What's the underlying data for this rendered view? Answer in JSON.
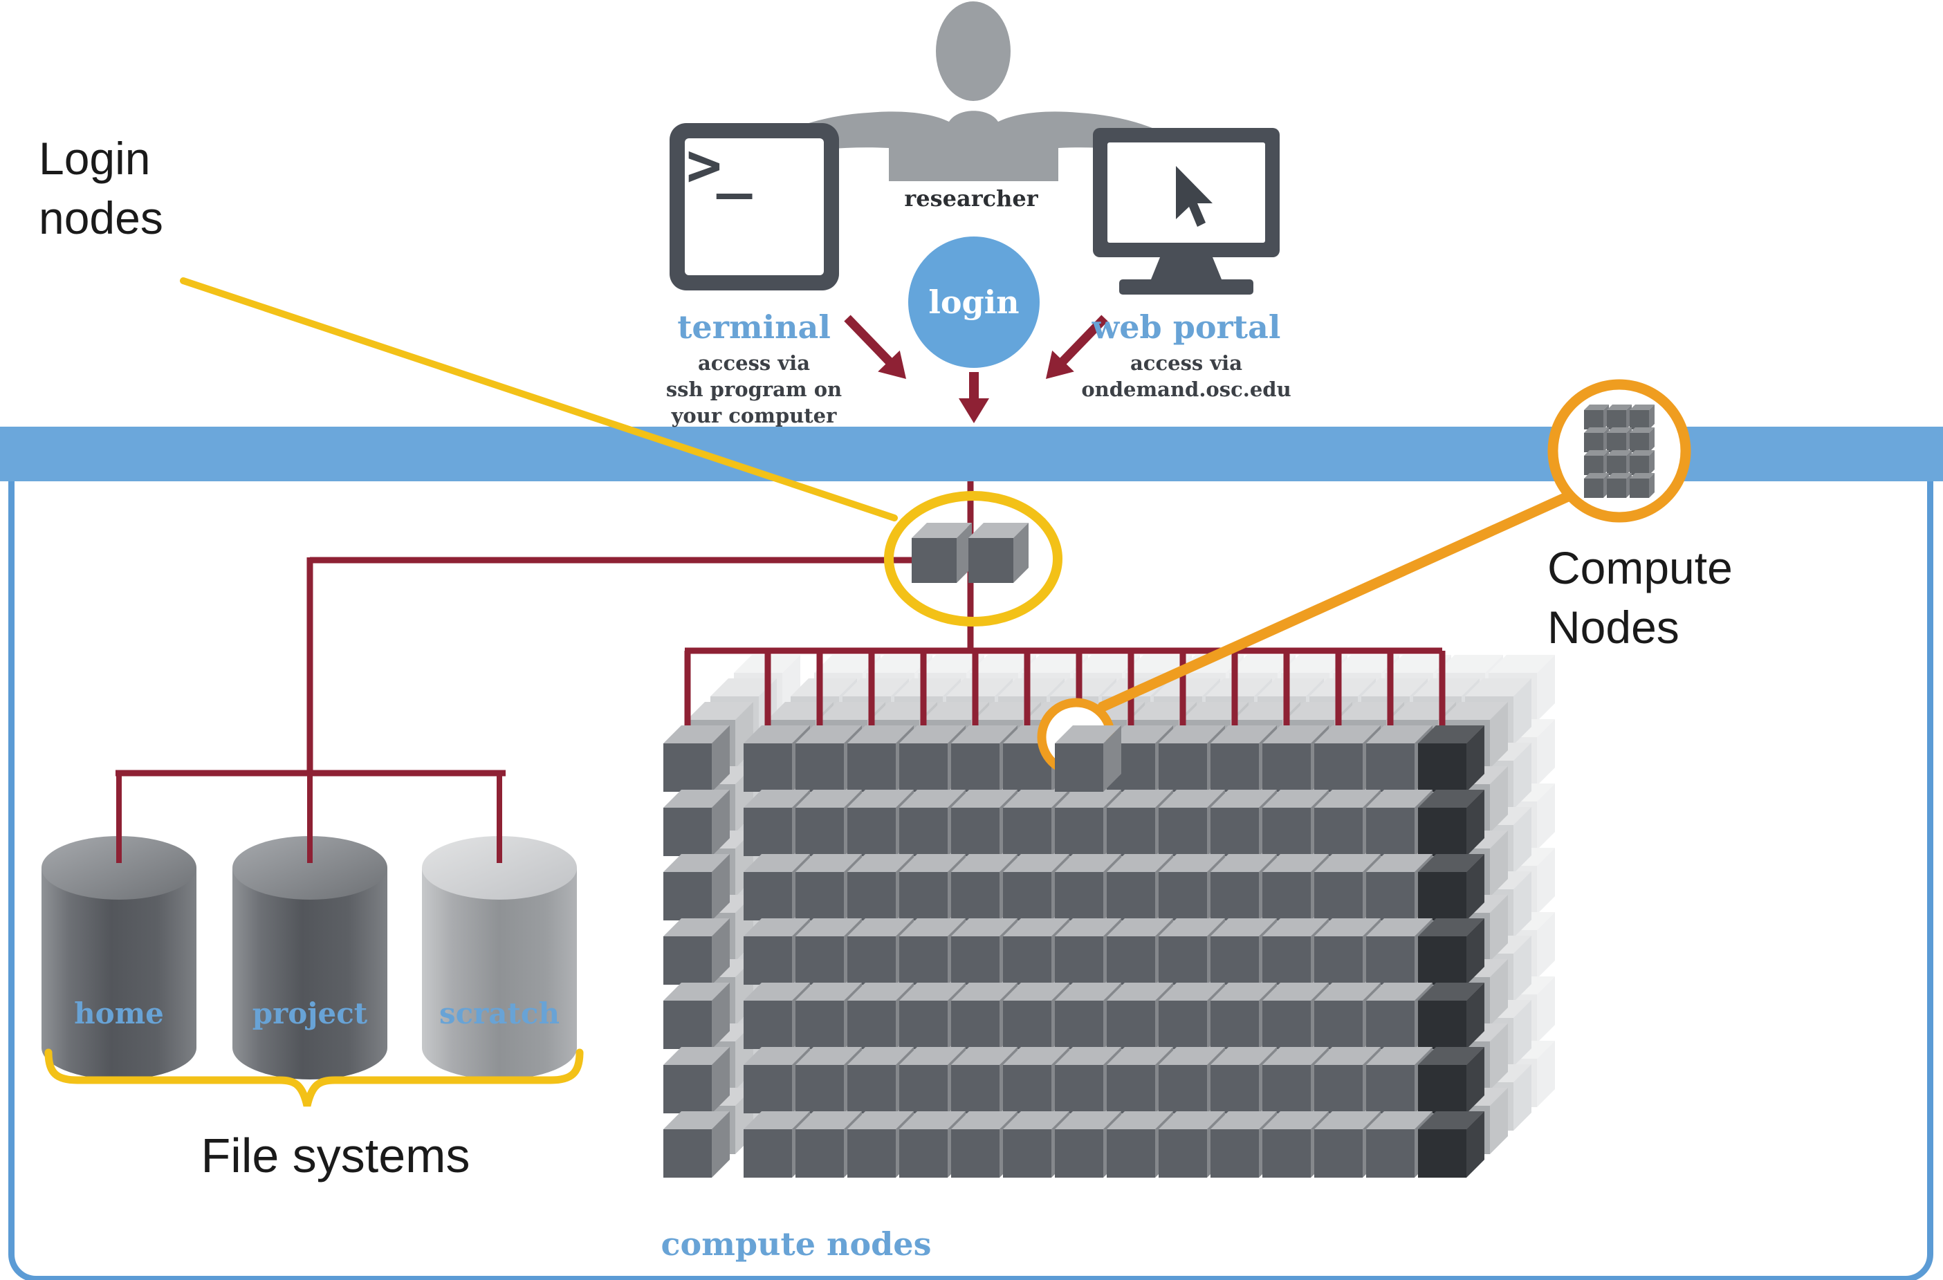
{
  "labels": {
    "login_nodes": "Login\nnodes",
    "compute_nodes": "Compute\nNodes",
    "file_systems": "File systems",
    "researcher": "researcher",
    "terminal": "terminal",
    "terminal_caption": "access via\nssh program on\nyour computer",
    "terminal_prompt": ">_",
    "web_portal": "web portal",
    "web_portal_caption": "access via\nondemand.osc.edu",
    "login": "login",
    "compute_nodes_caption": "compute nodes",
    "storage": [
      "home",
      "project",
      "scratch"
    ]
  },
  "colors": {
    "band_blue": "#6ba7db",
    "box_border_blue": "#5b9bd5",
    "maroon": "#8e2134",
    "yellow": "#f3c117",
    "orange": "#ef9d20",
    "label_blue": "#68a3d6",
    "icon_dark": "#4a4f57",
    "figure_gray": "#9b9fa3",
    "login_circle_blue": "#64a5db",
    "cube_front": "#5c6066",
    "cube_top": "#b8babd",
    "cube_side": "#85888c",
    "dark_cube_front": "#2d3034",
    "dark_cube_top": "#595c60",
    "dark_cube_side": "#3f4246",
    "ghost1_front": "#a8abae",
    "ghost2_front": "#cfd1d3",
    "ghost3_front": "#e8e9ea"
  },
  "compute_grid": {
    "columns": 14,
    "rows": 7,
    "left_column_cubes": 7,
    "ghost_layers": 3,
    "login_node_cubes": 2,
    "icon_grid_columns": 3,
    "icon_grid_rows": 4
  }
}
